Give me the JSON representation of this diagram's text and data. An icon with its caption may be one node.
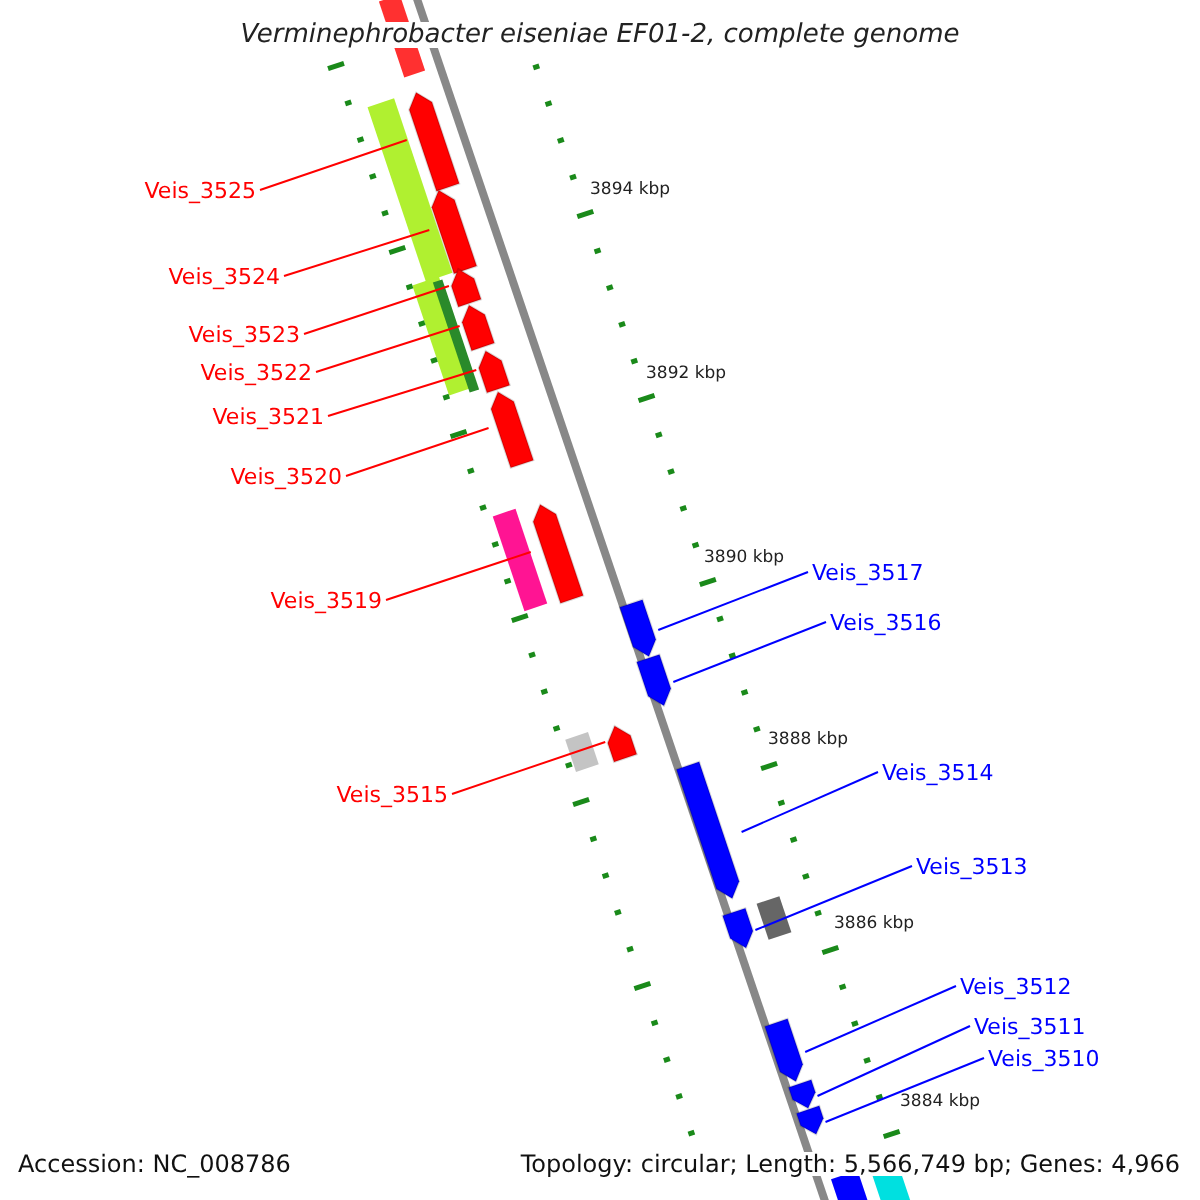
{
  "diagram": {
    "title": "Verminephrobacter eiseniae EF01-2, complete genome",
    "nodes": [
      {
        "text": [
          "Veis_3525"
        ]
      },
      {
        "text": [],
        "shape": "arrow"
      },
      {
        "text": [
          "Veis_3524"
        ]
      },
      {
        "text": [],
        "shape": "arrow"
      },
      {
        "text": [
          "Veis_3523"
        ]
      },
      {
        "text": [],
        "shape": "arrow"
      },
      {
        "text": [
          "Veis_3522"
        ]
      },
      {
        "text": [],
        "shape": "arrow"
      },
      {
        "text": [
          "Veis_3521"
        ]
      },
      {
        "text": [],
        "shape": "arrow"
      },
      {
        "text": [
          "Veis_3520"
        ]
      },
      {
        "text": [],
        "shape": "arrow"
      },
      {
        "text": [
          "Veis_3519"
        ]
      },
      {
        "text": [],
        "shape": "arrow"
      },
      {
        "text": [
          "Veis_3517"
        ]
      },
      {
        "text": [],
        "shape": "arrow"
      },
      {
        "text": [
          "Veis_3516"
        ]
      },
      {
        "text": [],
        "shape": "arrow"
      },
      {
        "text": [
          "Veis_3515"
        ]
      },
      {
        "text": [],
        "shape": "arrow"
      },
      {
        "text": [
          "Veis_3514"
        ]
      },
      {
        "text": [],
        "shape": "arrow"
      },
      {
        "text": [
          "Veis_3513"
        ]
      },
      {
        "text": [],
        "shape": "arrow"
      },
      {
        "text": [
          "Veis_3512"
        ]
      },
      {
        "text": [],
        "shape": "arrow"
      },
      {
        "text": [
          "Veis_3511"
        ]
      },
      {
        "text": [],
        "shape": "arrow"
      },
      {
        "text": [
          "Veis_3510"
        ]
      },
      {
        "text": [],
        "shape": "arrow"
      }
    ],
    "edges": [
      {
        "from": 0,
        "to": 1,
        "arrow": "none"
      },
      {
        "from": 2,
        "to": 3,
        "arrow": "none"
      },
      {
        "from": 4,
        "to": 5,
        "arrow": "none"
      },
      {
        "from": 6,
        "to": 7,
        "arrow": "none"
      },
      {
        "from": 8,
        "to": 9,
        "arrow": "none"
      },
      {
        "from": 10,
        "to": 11,
        "arrow": "none"
      },
      {
        "from": 12,
        "to": 13,
        "arrow": "none"
      },
      {
        "from": 14,
        "to": 15,
        "arrow": "none",
        "color": "#0000ff"
      },
      {
        "from": 16,
        "to": 17,
        "arrow": "none",
        "color": "#0000ff"
      },
      {
        "from": 18,
        "to": 19,
        "arrow": "none"
      },
      {
        "from": 20,
        "to": 21,
        "arrow": "none",
        "color": "#0000ff"
      },
      {
        "from": 22,
        "to": 23,
        "arrow": "none",
        "color": "#0000ff"
      },
      {
        "from": 24,
        "to": 25,
        "arrow": "none",
        "color": "#0000ff"
      },
      {
        "from": 26,
        "to": 27,
        "arrow": "none",
        "color": "#0000ff"
      },
      {
        "from": 28,
        "to": 29,
        "arrow": "none",
        "color": "#0000ff"
      }
    ],
    "labels": [
      "3894 kbp",
      "3892 kbp",
      "3890 kbp",
      "3888 kbp",
      "3886 kbp",
      "3884 kbp",
      "Accession: NC_008786",
      "Topology: circular; Length: 5,566,749 bp; Genes: 4,966"
    ]
  }
}
